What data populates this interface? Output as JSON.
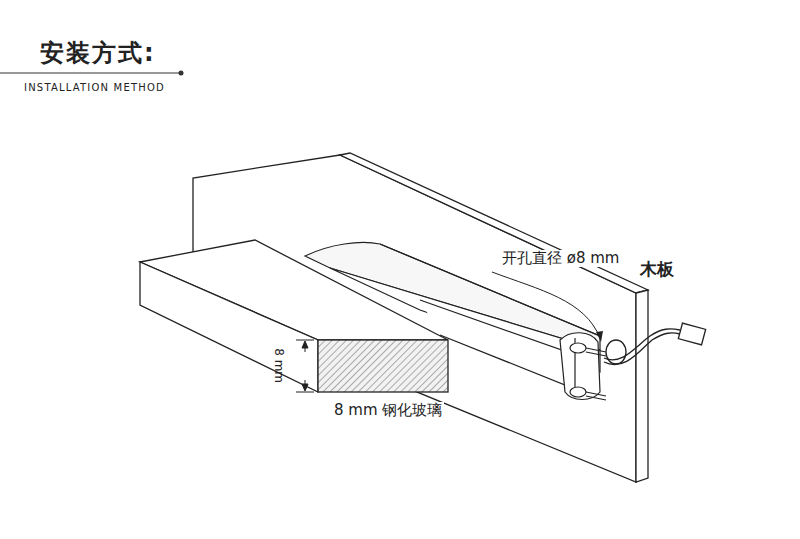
{
  "diagram": {
    "title": "安装方式:",
    "labels": [
      "INSTALLATION METHOD",
      "开孔直径 ø8 mm",
      "木板",
      "8 mm",
      "8 mm 钢化玻璃"
    ]
  }
}
